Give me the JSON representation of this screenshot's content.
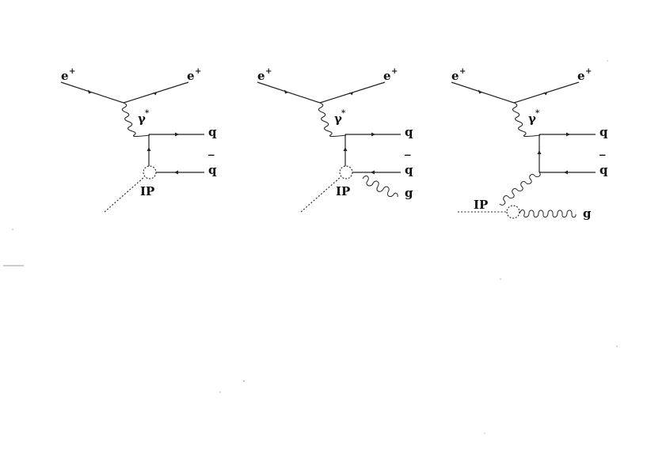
{
  "labels": {
    "positron": "e",
    "positron_sup": "+",
    "photon": "γ",
    "photon_sup": "*",
    "quark": "q",
    "antiquark": "q",
    "antiquark_bar": "‾",
    "pomeron": "IP",
    "gluon": "g"
  }
}
